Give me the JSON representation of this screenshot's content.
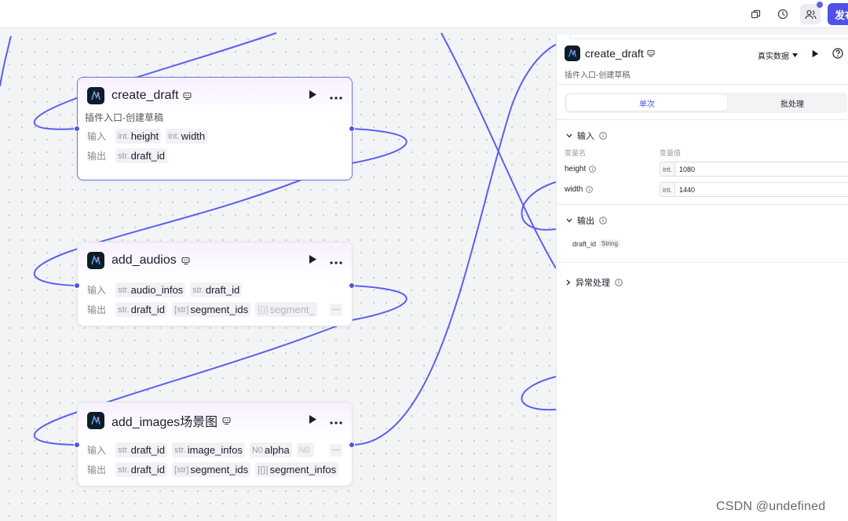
{
  "colors": {
    "accent": "#4d53e8",
    "edge": "#5b5ff0",
    "panel_bg": "#ffffff",
    "canvas_bg": "#f3f4f6"
  },
  "topbar": {
    "icons": [
      "copy-icon",
      "history-icon",
      "collaborators-icon"
    ],
    "publish_label": "发布"
  },
  "nodes": [
    {
      "title": "create_draft",
      "description": "插件入口-创建草稿",
      "input_label": "输入",
      "output_label": "输出",
      "inputs": [
        {
          "type": "int.",
          "name": "height"
        },
        {
          "type": "int.",
          "name": "width"
        }
      ],
      "outputs": [
        {
          "type": "str.",
          "name": "draft_id"
        }
      ]
    },
    {
      "title": "add_audios",
      "description": "",
      "input_label": "输入",
      "output_label": "输出",
      "inputs": [
        {
          "type": "str.",
          "name": "audio_infos"
        },
        {
          "type": "str.",
          "name": "draft_id"
        }
      ],
      "outputs": [
        {
          "type": "str.",
          "name": "draft_id"
        },
        {
          "type": "[str]",
          "name": "segment_ids"
        },
        {
          "type": "[{}]",
          "name": "segment_"
        }
      ]
    },
    {
      "title": "add_images场景图",
      "description": "",
      "input_label": "输入",
      "output_label": "输出",
      "inputs": [
        {
          "type": "str.",
          "name": "draft_id"
        },
        {
          "type": "str.",
          "name": "image_infos"
        },
        {
          "type": "N0",
          "name": "alpha"
        },
        {
          "type": "N0",
          "name": ""
        }
      ],
      "outputs": [
        {
          "type": "str.",
          "name": "draft_id"
        },
        {
          "type": "[str]",
          "name": "segment_ids"
        },
        {
          "type": "[{}]",
          "name": "segment_infos"
        }
      ]
    }
  ],
  "panel": {
    "title": "create_draft",
    "description": "插件入口-创建草稿",
    "data_mode": "真实数据",
    "tabs": {
      "single": "单次",
      "batch": "批处理"
    },
    "input_section": "输入",
    "col_name": "变量名",
    "col_value": "变量值",
    "fields": [
      {
        "name": "height",
        "type": "int.",
        "value": "1080"
      },
      {
        "name": "width",
        "type": "int.",
        "value": "1440"
      }
    ],
    "output_section": "输出",
    "output_field": {
      "name": "draft_id",
      "type": "String"
    },
    "error_section": "异常处理"
  },
  "watermark": "CSDN @undefined"
}
